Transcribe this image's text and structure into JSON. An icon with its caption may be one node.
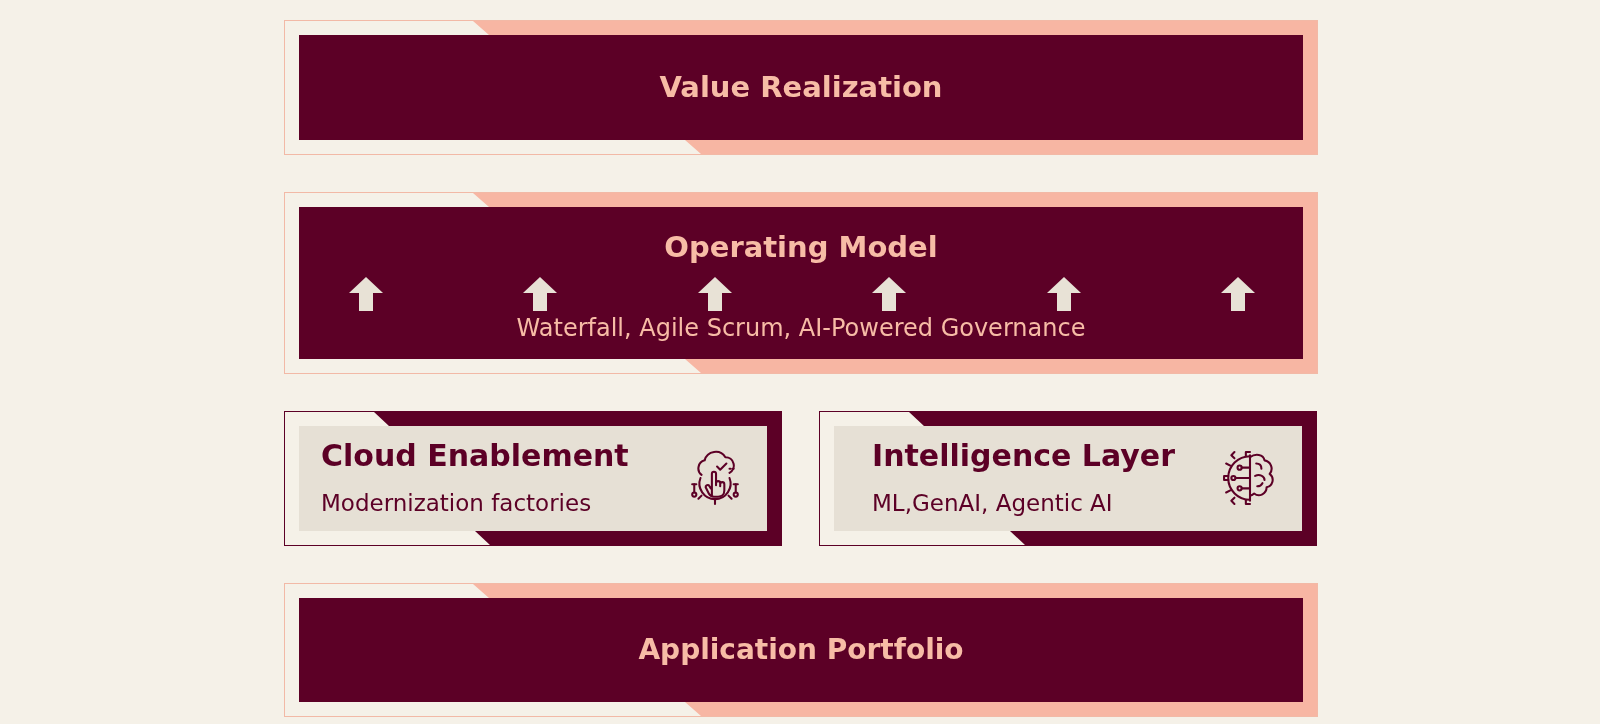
{
  "diagram": {
    "nodes": [
      {
        "text": [
          "Value Realization"
        ]
      },
      {
        "text": [
          "Operating Model",
          "Waterfall, Agile Scrum, AI-Powered Governance"
        ]
      },
      {
        "text": [
          "Cloud Enablement",
          "Modernization factories"
        ]
      },
      {
        "text": [
          "Intelligence Layer",
          "ML,GenAI, Agentic AI"
        ]
      },
      {
        "text": [
          "Application Portfolio"
        ]
      }
    ]
  }
}
